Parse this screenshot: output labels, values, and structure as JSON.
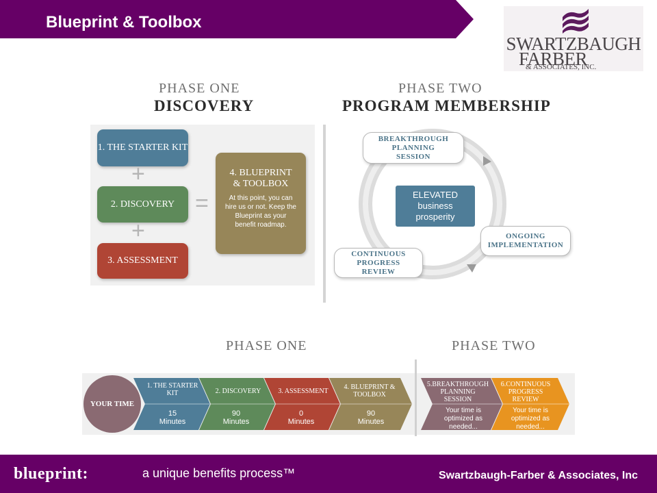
{
  "header": {
    "title": "Blueprint & Toolbox"
  },
  "logo": {
    "line1": "SWARTZBAUGH",
    "line2": "FARBER",
    "line3": "& ASSOCIATES, INC."
  },
  "diagram": {
    "phase_one_label": "PHASE ONE",
    "phase_one_title": "DISCOVERY",
    "phase_two_label": "PHASE TWO",
    "phase_two_title": "PROGRAM MEMBERSHIP",
    "steps": [
      {
        "label": "1. THE STARTER KIT",
        "color": "#4f7d98"
      },
      {
        "label": "2. DISCOVERY",
        "color": "#5e8a5a"
      },
      {
        "label": "3. ASSESSMENT",
        "color": "#b04535"
      }
    ],
    "plus": "+",
    "equals": "=",
    "result": {
      "title": "4. BLUEPRINT & TOOLBOX",
      "text": "At this point, you can hire us or not. Keep the Blueprint as your benefit roadmap.",
      "color": "#978659"
    },
    "cycle": {
      "top": "BREAKTHROUGH PLANNING SESSION",
      "right": "ONGOING IMPLEMENTATION",
      "left": "CONTINUOUS PROGRESS REVIEW",
      "center": "ELEVATED business prosperity"
    }
  },
  "timeline": {
    "phase_one_label": "PHASE ONE",
    "phase_two_label": "PHASE TWO",
    "your_time": "YOUR TIME",
    "items": [
      {
        "title": "1. THE STARTER KIT",
        "value": "15",
        "unit": "Minutes",
        "color": "#4f7d98"
      },
      {
        "title": "2. DISCOVERY",
        "value": "90",
        "unit": "Minutes",
        "color": "#5e8a5a"
      },
      {
        "title": "3. ASSESSMENT",
        "value": "0",
        "unit": "Minutes",
        "color": "#b04535"
      },
      {
        "title": "4. BLUEPRINT & TOOLBOX",
        "value": "90",
        "unit": "Minutes",
        "color": "#978659"
      },
      {
        "title": "5.BREAKTHROUGH PLANNING SESSION",
        "value": "Your time is optimized as needed...",
        "unit": "",
        "color": "#8a6a72"
      },
      {
        "title": "6.CONTINUOUS PROGRESS REVIEW",
        "value": "Your time is optimized as needed...",
        "unit": "",
        "color": "#e89420"
      }
    ]
  },
  "footer": {
    "brand": "blueprint:",
    "tagline": "a unique benefits process™",
    "company": "Swartzbaugh-Farber & Associates, Inc"
  },
  "colors": {
    "header": "#660066",
    "footer": "#660066",
    "logo_accent": "#5c1a5e",
    "phase_two_divider": "#cccccc"
  }
}
